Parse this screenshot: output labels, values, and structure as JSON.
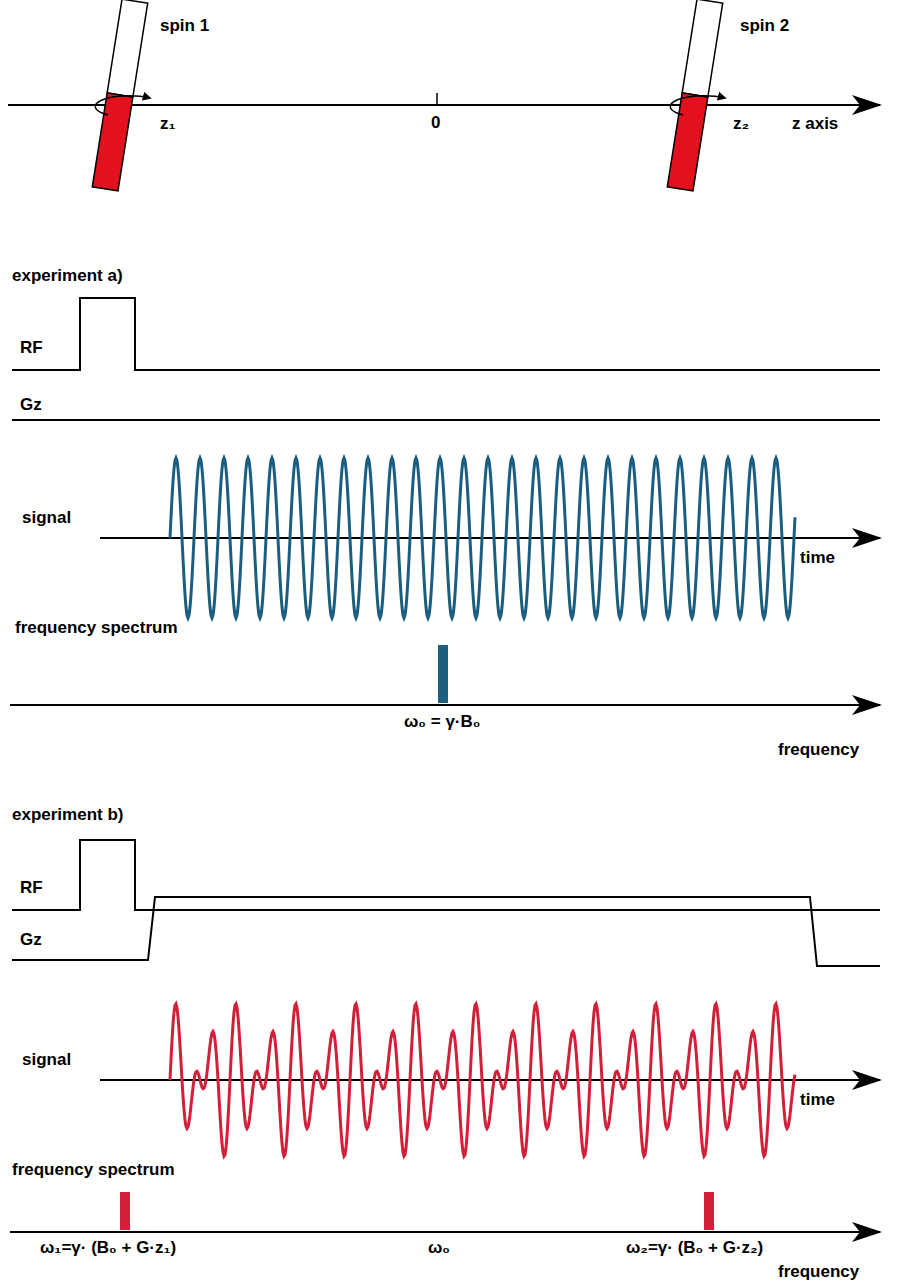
{
  "diagram": {
    "labels": [
      "spin 1",
      "spin 2",
      "z₁",
      "0",
      "z₂",
      "z axis",
      "experiment a)",
      "RF",
      "Gz",
      "signal",
      "time",
      "frequency spectrum",
      "ω₀ = γ·B₀",
      "frequency",
      "experiment b)",
      "RF",
      "Gz",
      "signal",
      "time",
      "frequency spectrum",
      "ω₁=γ· (B₀ + G·z₁)",
      "ω₀",
      "ω₂=γ· (B₀ + G·z₂)",
      "frequency"
    ]
  }
}
